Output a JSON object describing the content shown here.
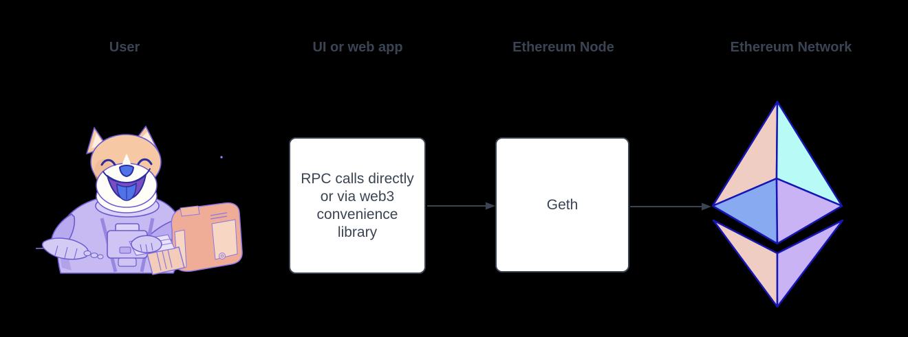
{
  "columns": [
    {
      "header": "User",
      "icon": "doge-astronaut-at-computer"
    },
    {
      "header": "UI or web app",
      "node_lines": [
        "RPC calls directly",
        "or via web3",
        "convenience",
        "library"
      ]
    },
    {
      "header": "Ethereum Node",
      "node_label": "Geth"
    },
    {
      "header": "Ethereum Network",
      "icon": "ethereum-logo"
    }
  ],
  "connectors": [
    {
      "from": "UI or web app",
      "to": "Ethereum Node",
      "style": "arrow-right"
    },
    {
      "from": "Ethereum Node",
      "to": "Ethereum Network",
      "style": "arrow-right"
    }
  ],
  "colors": {
    "background": "#000000",
    "text": "#3b4453",
    "connector": "#3b4453",
    "node_fill": "#ffffff",
    "node_border": "#3b4453",
    "eth_outline": "#1616b4",
    "eth_peach": "#f0cdc2",
    "eth_cyan": "#b8faf6",
    "eth_blue": "#88aaf1",
    "eth_purple": "#c9b3f5",
    "doge_fur": "#f6c9a4",
    "doge_suit": "#c7b9f1",
    "doge_tongue": "#4f74e8",
    "computer_body": "#efac96"
  }
}
